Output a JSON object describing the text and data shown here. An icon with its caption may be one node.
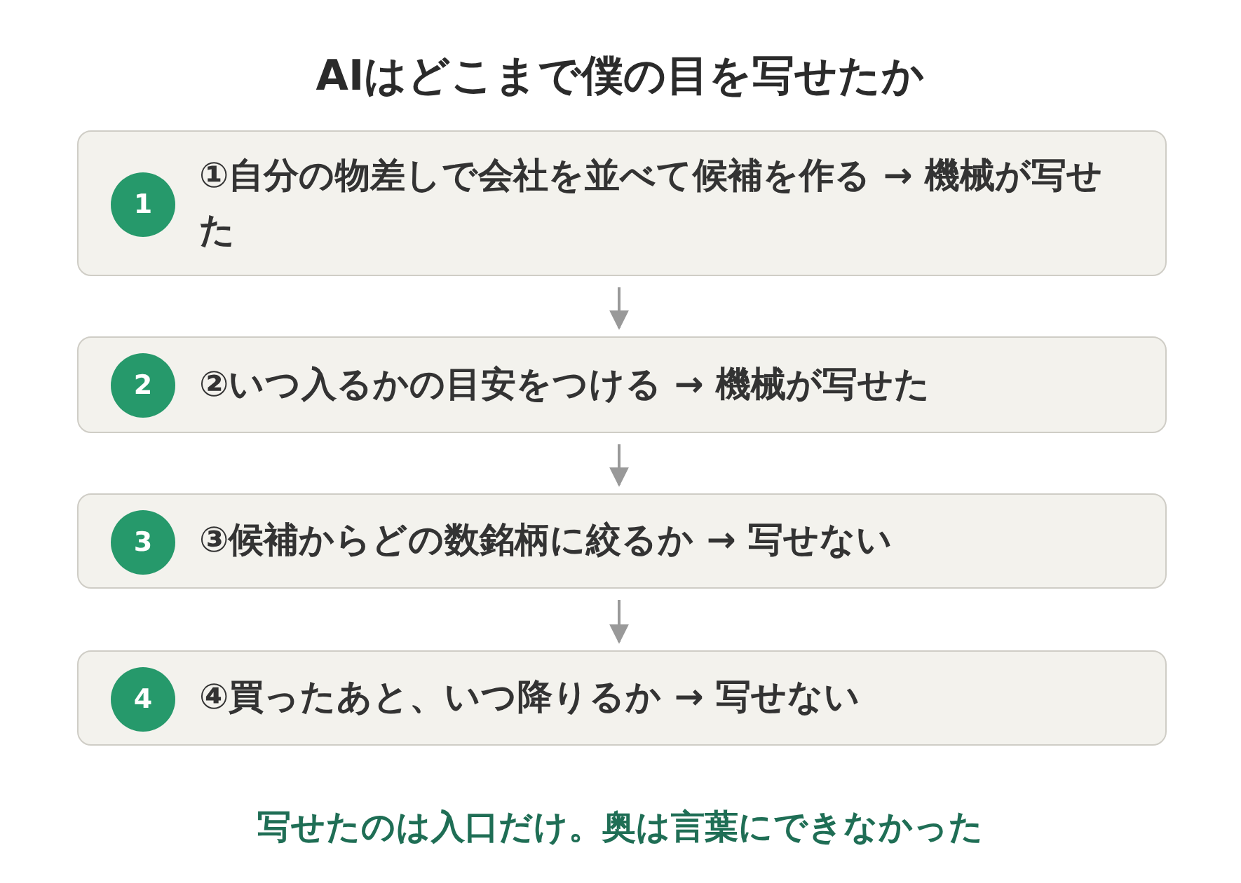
{
  "diagram": {
    "title": "AIはどこまで僕の目を写せたか",
    "nodes": [
      {
        "text": [
          "①自分の物差しで会社を並べて候補を作る → 機械が写せた"
        ]
      },
      {
        "text": [
          "1"
        ],
        "in": 0
      },
      {
        "text": [
          "②いつ入るかの目安をつける → 機械が写せた"
        ]
      },
      {
        "text": [
          "2"
        ],
        "in": 2
      },
      {
        "text": [
          "③候補からどの数銘柄に絞るか → 写せない"
        ]
      },
      {
        "text": [
          "3"
        ],
        "in": 4
      },
      {
        "text": [
          "④買ったあと、いつ降りるか → 写せない"
        ]
      },
      {
        "text": [
          "4"
        ],
        "in": 6
      }
    ],
    "edges": [
      {
        "from": 0,
        "to": 2,
        "arrow": "to"
      },
      {
        "from": 2,
        "to": 4,
        "arrow": "to"
      },
      {
        "from": 4,
        "to": 6,
        "arrow": "to"
      }
    ],
    "caption": "写せたのは入口だけ。奥は言葉にできなかった"
  }
}
